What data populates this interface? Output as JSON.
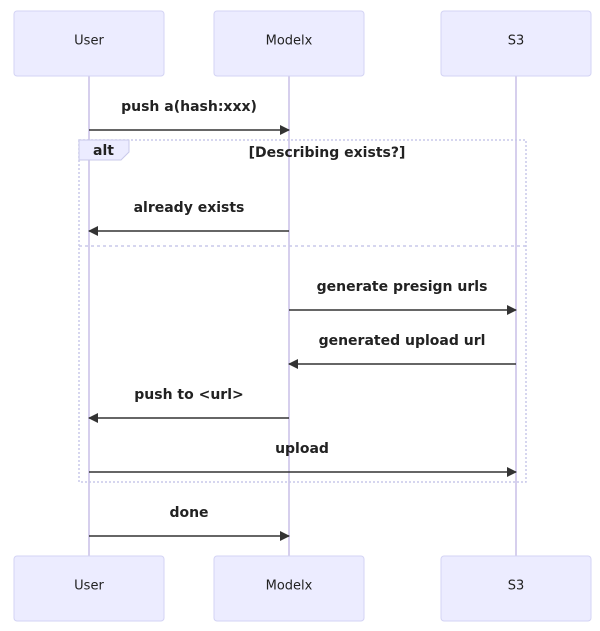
{
  "participants": [
    {
      "name": "User"
    },
    {
      "name": "Modelx"
    },
    {
      "name": "S3"
    }
  ],
  "alt_frame": {
    "label": "alt",
    "condition": "[Describing exists?]"
  },
  "messages": [
    {
      "from": "User",
      "to": "Modelx",
      "text": "push a(hash:xxx)"
    },
    {
      "from": "Modelx",
      "to": "User",
      "text": "already exists"
    },
    {
      "from": "Modelx",
      "to": "S3",
      "text": "generate presign urls"
    },
    {
      "from": "S3",
      "to": "Modelx",
      "text": "generated upload url"
    },
    {
      "from": "Modelx",
      "to": "User",
      "text": "push to <url>"
    },
    {
      "from": "User",
      "to": "S3",
      "text": "upload"
    },
    {
      "from": "User",
      "to": "Modelx",
      "text": "done"
    }
  ]
}
